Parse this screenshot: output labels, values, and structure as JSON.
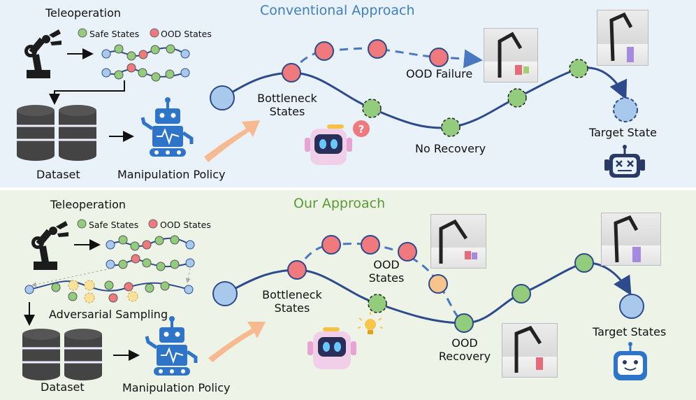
{
  "top": {
    "title": "Conventional Approach",
    "teleoperation": "Teleoperation",
    "legend_safe": "Safe States",
    "legend_ood": "OOD States",
    "dataset": "Dataset",
    "policy": "Manipulation Policy",
    "bottleneck": "Bottleneck\nStates",
    "ood_failure": "OOD Failure",
    "no_recovery": "No Recovery",
    "target": "Target State"
  },
  "bottom": {
    "title": "Our Approach",
    "teleoperation": "Teleoperation",
    "legend_safe": "Safe States",
    "legend_ood": "OOD States",
    "adversarial": "Adversarial Sampling",
    "dataset": "Dataset",
    "policy": "Manipulation Policy",
    "bottleneck": "Bottleneck\nStates",
    "ood_states": "OOD\nStates",
    "ood_recovery": "OOD\nRecovery",
    "target": "Target States"
  },
  "colors": {
    "safe": "#92cc7c",
    "ood": "#f0797d",
    "node_blue": "#a9c9ec",
    "adversarial": "#fbe29c",
    "recovery": "#f9c38c",
    "path": "#2d4b8c",
    "dashed": "#4a78c0",
    "arrow": "#f7b98f",
    "robot_blue": "#2e74c9"
  }
}
